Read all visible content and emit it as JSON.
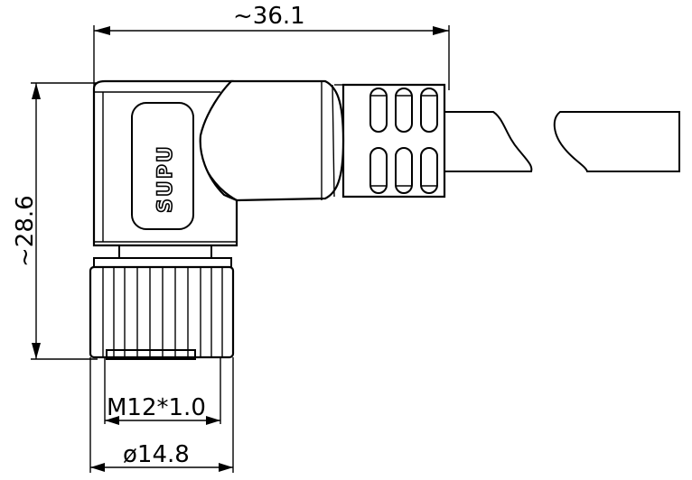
{
  "drawing": {
    "brand_logo": "SUPU",
    "dimensions": {
      "length": "~36.1",
      "height": "~28.6",
      "thread": "M12*1.0",
      "diameter": "ø14.8"
    }
  }
}
